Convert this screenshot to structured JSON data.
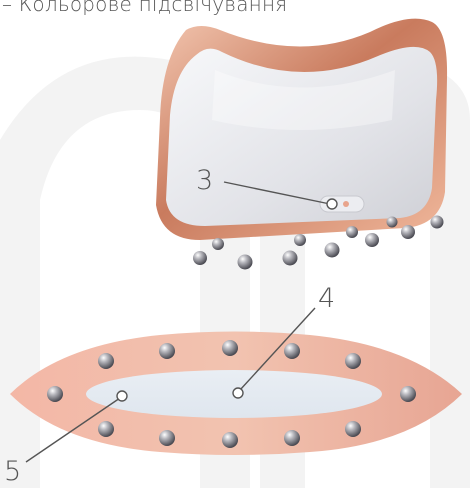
{
  "caption": "– Кольорове підсвічування",
  "callouts": [
    {
      "number": "3"
    },
    {
      "number": "4"
    },
    {
      "number": "5"
    }
  ],
  "colors": {
    "rose_gold": "#d9967a",
    "silver_body": "#e6e7eb",
    "callout_line": "#555555",
    "background": "#ffffff",
    "watermark": "#f2f2f2"
  }
}
